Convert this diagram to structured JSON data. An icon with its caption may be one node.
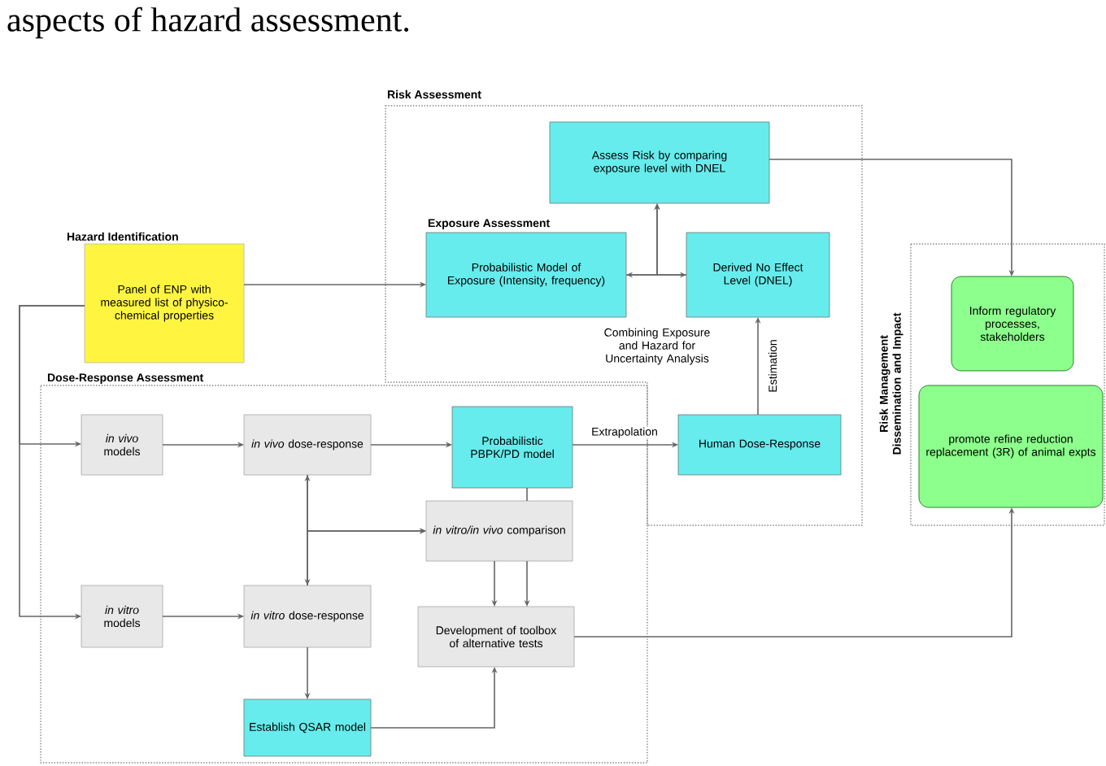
{
  "diagram": {
    "nodes": [
      {
        "text": [
          "Risk Assessment"
        ]
      },
      {
        "text": [
          "Assess Risk by comparing exposure level with DNEL"
        ],
        "in": 0
      },
      {
        "text": [
          "Exposure Assessment",
          "Probabilistic Model of Exposure (Intensity, frequency)"
        ],
        "in": 0
      },
      {
        "text": [
          "Derived No Effect Level (DNEL)"
        ],
        "in": 0
      },
      {
        "text": [
          "Human Dose-Response"
        ],
        "in": 0
      },
      {
        "text": [
          "Hazard Identification",
          "Panel of ENP with measured list of physico-chemical properties"
        ]
      },
      {
        "text": [
          "Dose-Response Assessment"
        ]
      },
      {
        "text": [
          "*in vivo* models"
        ],
        "in": 6
      },
      {
        "text": [
          "*in vivo* dose-response"
        ],
        "in": 6
      },
      {
        "text": [
          "Probabilistic PBPK/PD model"
        ],
        "in": 6
      },
      {
        "text": [
          "*in vitro/in vivo* comparison"
        ],
        "in": 6
      },
      {
        "text": [
          "*in vitro* models"
        ],
        "in": 6
      },
      {
        "text": [
          "*in vitro* dose-response"
        ],
        "in": 6
      },
      {
        "text": [
          "Development of toolbox of alternative tests"
        ],
        "in": 6
      },
      {
        "text": [
          "Establish QSAR model"
        ],
        "in": 6
      },
      {
        "text": [
          "Risk Management Dissemination and Impact"
        ]
      },
      {
        "text": [
          "Inform regulatory processes, stakeholders"
        ],
        "in": 15
      },
      {
        "text": [
          "promote refine reduction replacement (3R) of animal expts"
        ],
        "in": 15
      }
    ],
    "edges": [
      {
        "from": 5,
        "to": 2,
        "arrow": "to"
      },
      {
        "from": 5,
        "to": 7,
        "arrow": "to"
      },
      {
        "from": 5,
        "to": 11,
        "arrow": "to"
      },
      {
        "from": 7,
        "to": 8,
        "arrow": "to"
      },
      {
        "from": 8,
        "to": 9,
        "arrow": "to"
      },
      {
        "from": 8,
        "to": 12,
        "arrow": "both"
      },
      {
        "from": 8,
        "to": 10,
        "arrow": "to"
      },
      {
        "from": 12,
        "to": 10,
        "arrow": "to"
      },
      {
        "from": 9,
        "to": 10,
        "arrow": "none"
      },
      {
        "from": 10,
        "to": 13,
        "arrow": "to"
      },
      {
        "from": 10,
        "to": 13,
        "arrow": "to"
      },
      {
        "from": 11,
        "to": 12,
        "arrow": "to"
      },
      {
        "from": 12,
        "to": 14,
        "arrow": "to"
      },
      {
        "from": 14,
        "to": 13,
        "arrow": "to"
      },
      {
        "from": 13,
        "to": 17,
        "arrow": "to"
      },
      {
        "from": 9,
        "to": 4,
        "arrow": "to",
        "label": "Extrapolation"
      },
      {
        "from": 4,
        "to": 3,
        "arrow": "to",
        "label": "Estimation"
      },
      {
        "from": 2,
        "to": 3,
        "arrow": "both"
      },
      {
        "from": 2,
        "to": 1,
        "arrow": "to"
      },
      {
        "from": 3,
        "to": 1,
        "arrow": "to"
      },
      {
        "from": 1,
        "to": 16,
        "arrow": "to"
      }
    ],
    "labels": [
      "aspects of hazard assessment.",
      "Combining Exposure and Hazard for Uncertainty Analysis"
    ]
  }
}
